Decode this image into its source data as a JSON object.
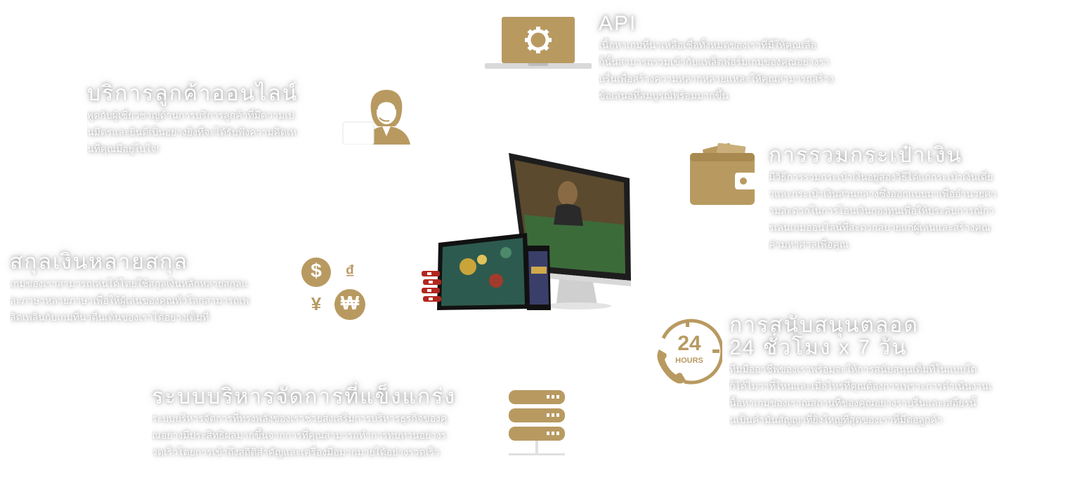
{
  "colors": {
    "accent": "#b89a61",
    "text": "#ffffff",
    "background": "#ffffff"
  },
  "features": {
    "api": {
      "title": "API",
      "lines": [
        "เนื้อหาเกมที่น่าเหลือเชื่อทั้งหมดของเราที่มีให้คุณเลือ",
        "ก็นั้นสามารถรวมเข้ากับแพล็ตฟอร์มเกมของคุณอย่างรา",
        "บรื่นเพื่อสร้างความหลากหลายแหละให้คุณสามารถสร้าง",
        "ข้อเสนอที่สมบูรณ์พร้อมมากขึ้น"
      ],
      "icon": "laptop-gear-icon"
    },
    "customer_service": {
      "title": "บริการลูกค้าออนไลน์",
      "lines": [
        "พูดกับผู้เชี่ยวชาญด้านการบริการลูกค้าที่มีความเป",
        "็นมิตรและยินดีเป็นอย่างยิ่งที่จะได้รับฟังความคิดเห",
        "็นที่คุณมีอยู่ในใจ!"
      ],
      "icon": "headset-agent-icon"
    },
    "wallet": {
      "title": "การรวมกระเป๋าเงิน",
      "lines": [
        "มีวิธีการรวมกระเป๋าเงินอยู่สองวิธีได้แก่กระเป๋าเงินเดี่ย",
        "วและกระเป๋าเงินส่วนกลางซึ่งออกแบบมาเพื่ออำนวยคว",
        "ามสะดวกในการโอนเงินกองทุนเพื่อให้ประสบการณ์กา",
        "รเล่นเกมออนไลน์ที่สะดวกสบายแก่ผู้เล่นและสร้างคุณ",
        "ค่ามหาศาลเพื่อคุณ"
      ],
      "icon": "wallet-icon"
    },
    "currency": {
      "title": "สกุลเงินหลายสกุล",
      "lines": [
        "เกมของเราสามารถเล่นได้โดยใช้สกุลเงินหลักหลายสกุลแ",
        "ละภาษาหลายภาษาเพื่อให้ผู้เล่นของคุณทั่วโลกสามารถเพ",
        "ลิดเพลินกับเกมที่น่าตื่นเต้นของเราได้อย่างเต็มที่"
      ],
      "icon": "currency-symbols-icon",
      "symbols": [
        "$",
        "₫",
        "¥",
        "₩"
      ]
    },
    "support": {
      "title_line1": "การสนับสนุนตลอด",
      "title_line2": "24 ชั่วโมง x 7 วัน",
      "lines": [
        "ทีมมืออาชีพของเราพร้อมจะให้การสนับสนุนเต็มที่ในแบบใด",
        "ก็ได้ไม่ว่าที่ไหนและเมื่อไหร่ที่คุณต้องการเพราะการดำเนินงานเ",
        "นื้อหาเกมของเราณสถานที่ของคุณอย่างราบรื่นและเสถียรนั้",
        "นเป็นคำมั่นสัญญาที่ยิ่งใหญ่ที่สุดของเราที่มีต่อลูกค้า"
      ],
      "icon": "24-hours-phone-icon",
      "icon_number": "24",
      "icon_label": "HOURS"
    },
    "management": {
      "title": "ระบบบริหารจัดการที่แข็งแกร่ง",
      "lines": [
        "ระบบบริหารจัดการที่ทรงพลังของเราช่วยส่งเสริมการบริหารธุรกิจของคุ",
        "ณอย่างมีประสิทธิผลมากขึ้นจากการที่คุณสามารถทำการทบทวนอย่างร",
        "วดเร็วโดยการเข้าถึงสถิติสำคัญและเครื่องมือมากมายได้อย่างรวดเร็ว"
      ],
      "icon": "server-stack-icon"
    }
  },
  "devices": {
    "icon": "multi-device-casino-illustration"
  }
}
